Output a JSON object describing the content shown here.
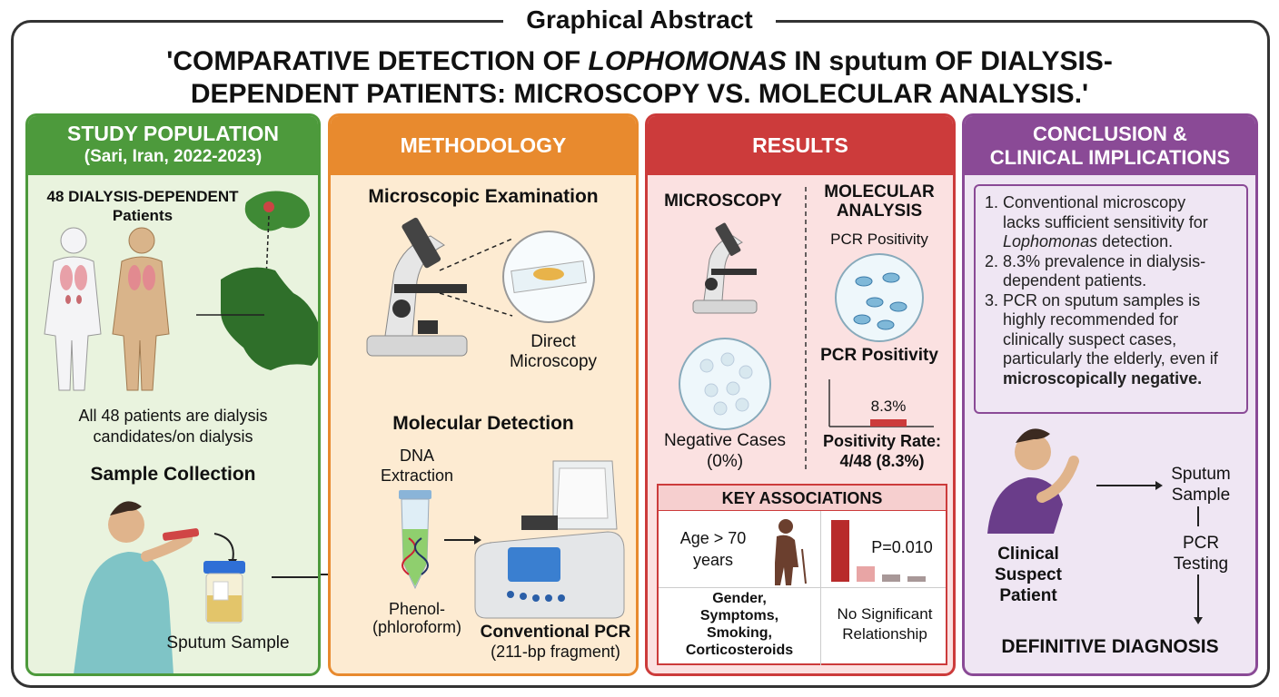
{
  "header": {
    "label": "Graphical Abstract",
    "title_part1": "'COMPARATIVE DETECTION OF ",
    "title_italic": "LOPHOMONAS",
    "title_part2": " IN sputum OF DIALYSIS-",
    "title_line2": "DEPENDENT PATIENTS: MICROSCOPY VS. MOLECULAR ANALYSIS.'"
  },
  "population": {
    "title": "STUDY POPULATION",
    "subtitle": "(Sari, Iran, 2022-2023)",
    "patients_line1": "48 DIALYSIS-DEPENDENT",
    "patients_line2": "Patients",
    "note_line1": "All 48 patients are dialysis",
    "note_line2": "candidates/on dialysis",
    "sample_heading": "Sample Collection",
    "sample_label": "Sputum Sample"
  },
  "methodology": {
    "title": "METHODOLOGY",
    "micro_heading": "Microscopic Examination",
    "direct_line1": "Direct",
    "direct_line2": "Microscopy",
    "molecular_heading": "Molecular Detection",
    "dna_line1": "DNA",
    "dna_line2": "Extraction",
    "phenol_line1": "Phenol-",
    "phenol_line2": "(phloroform)",
    "pcr_line1": "Conventional PCR",
    "pcr_line2": "(211-bp fragment)"
  },
  "results": {
    "title": "RESULTS",
    "microscopy_heading": "MICROSCOPY",
    "molecular_line1": "MOLECULAR",
    "molecular_line2": "ANALYSIS",
    "pcr_positivity_top": "PCR Positivity",
    "pcr_positivity_mid": "PCR Positivity",
    "bar_label": "8.3%",
    "bar_value_pct": 8.3,
    "negative_line1": "Negative Cases",
    "negative_line2": "(0%)",
    "positivity_line1": "Positivity Rate:",
    "positivity_line2": "4/48 (8.3%)",
    "key_heading": "KEY ASSOCIATIONS",
    "age_line1": "Age > 70",
    "age_line2": "years",
    "p_value": "P=0.010",
    "factors": [
      "Gender,",
      "Symptoms,",
      "Smoking,",
      "Corticosteroids"
    ],
    "no_rel_line1": "No Significant",
    "no_rel_line2": "Relationship"
  },
  "conclusion": {
    "title_line1": "CONCLUSION &",
    "title_line2": "CLINICAL IMPLICATIONS",
    "p1_a": "1. Conventional microscopy",
    "p1_b": "lacks sufficient sensitivity for",
    "p1_c": "Lophomonas",
    "p1_d": " detection.",
    "p2_a": "2. 8.3% prevalence in dialysis-",
    "p2_b": "dependent patients.",
    "p3_a": "3. PCR on sputum samples is",
    "p3_b": "highly recommended for",
    "p3_c": "clinically suspect cases,",
    "p3_d": "particularly the elderly, even if",
    "p3_e": "microscopically negative.",
    "sputum_line1": "Sputum",
    "sputum_line2": "Sample",
    "pcr_line1": "PCR",
    "pcr_line2": "Testing",
    "clinical_line1": "Clinical",
    "clinical_line2": "Suspect",
    "clinical_line3": "Patient",
    "diagnosis": "DEFINITIVE DIAGNOSIS"
  },
  "colors": {
    "green": "#4d9a3c",
    "orange": "#e88a2e",
    "red": "#cc3b3b",
    "purple": "#8a4a96"
  }
}
